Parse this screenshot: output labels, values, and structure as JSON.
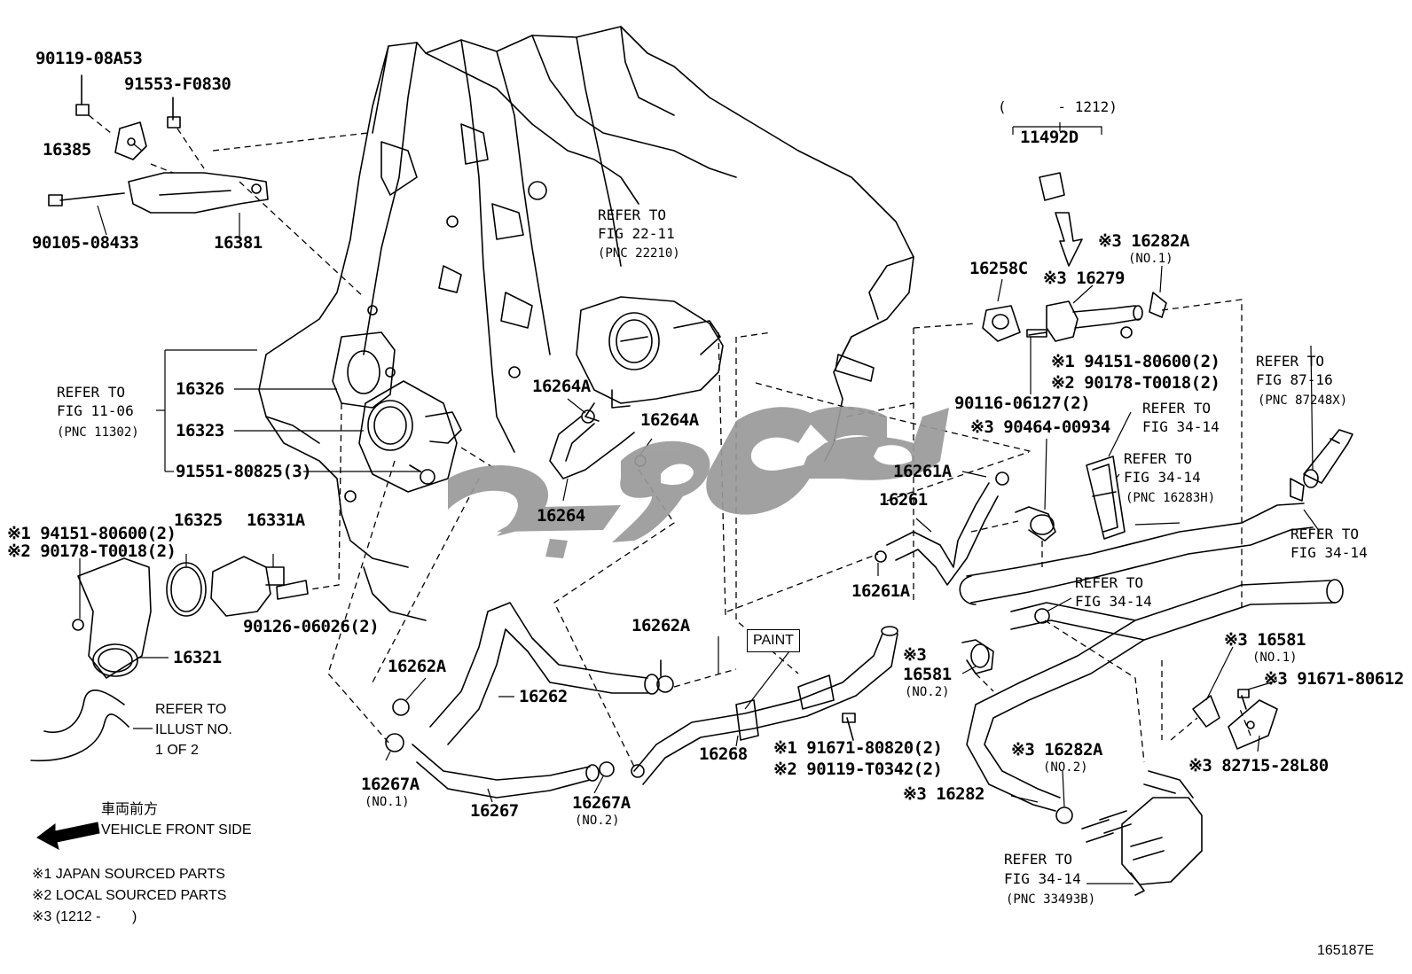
{
  "labels": {
    "p90119_08A53": "90119-08A53",
    "p91553_F0830": "91553-F0830",
    "p16385": "16385",
    "p90105_08433": "90105-08433",
    "p16381": "16381",
    "refer_fig_11_06_l1": "REFER TO",
    "refer_fig_11_06_l2": "FIG 11-06",
    "refer_fig_11_06_l3": "(PNC 11302)",
    "p16326": "16326",
    "p16323": "16323",
    "p91551_80825": "91551-80825(3)",
    "n1_94151": "※1 94151-80600(2)",
    "n2_90178": "※2 90178-T0018(2)",
    "p16325": "16325",
    "p16331A": "16331A",
    "p90126_06026": "90126-06026(2)",
    "p16321": "16321",
    "refer_illust_l1": "REFER TO",
    "refer_illust_l2": "ILLUST NO.",
    "refer_illust_l3": "1 OF 2",
    "refer_fig_22_11_l1": "REFER TO",
    "refer_fig_22_11_l2": "FIG 22-11",
    "refer_fig_22_11_l3": "(PNC 22210)",
    "p16264A_a": "16264A",
    "p16264A_b": "16264A",
    "p16264": "16264",
    "p16262A_a": "16262A",
    "p16262A_b": "16262A",
    "p16262": "16262",
    "p16267A_no1": "16267A",
    "no1_a": "(NO.1)",
    "p16267": "16267",
    "p16267A_no2": "16267A",
    "no2_a": "(NO.2)",
    "paint": "PAINT",
    "p16268": "16268",
    "n1_91671": "※1 91671-80820(2)",
    "n2_90119": "※2 90119-T0342(2)",
    "range_top": "(      - 1212)",
    "p11492D": "11492D",
    "p16258C": "16258C",
    "n3_16279": "※3 16279",
    "n3_16282A_top": "※3 16282A",
    "no1_b": "(NO.1)",
    "n1_94151_r": "※1 94151-80600(2)",
    "n2_90178_r": "※2 90178-T0018(2)",
    "p90116_06127": "90116-06127(2)",
    "n3_90464": "※3 90464-00934",
    "refer_fig_87_16_l1": "REFER TO",
    "refer_fig_87_16_l2": "FIG 87-16",
    "refer_fig_87_16_l3": "(PNC 87248X)",
    "refer_fig_34_14_a_l1": "REFER TO",
    "refer_fig_34_14_a_l2": "FIG 34-14",
    "refer_fig_34_14_b_l1": "REFER TO",
    "refer_fig_34_14_b_l2": "FIG 34-14",
    "refer_fig_34_14_b_l3": "(PNC 16283H)",
    "p16261A_a": "16261A",
    "p16261": "16261",
    "p16261A_b": "16261A",
    "refer_fig_34_14_c_l1": "REFER TO",
    "refer_fig_34_14_c_l2": "FIG 34-14",
    "refer_fig_34_14_d_l1": "REFER TO",
    "refer_fig_34_14_d_l2": "FIG 34-14",
    "n3_16581_left_l1": "※3",
    "n3_16581_left_l2": "16581",
    "no2_b": "(NO.2)",
    "n3_16581_right": "※3 16581",
    "no1_c": "(NO.1)",
    "n3_91671_80612": "※3 91671-80612",
    "n3_16282A_bottom": "※3 16282A",
    "no2_c": "(NO.2)",
    "n3_16282": "※3 16282",
    "n3_82715": "※3 82715-28L80",
    "refer_fig_34_14_e_l1": "REFER TO",
    "refer_fig_34_14_e_l2": "FIG 34-14",
    "refer_fig_34_14_e_l3": "(PNC 33493B)",
    "front_jp": "車両前方",
    "front_en": "VEHICLE FRONT SIDE",
    "note1": "※1 JAPAN SOURCED PARTS",
    "note2": "※2 LOCAL SOURCED PARTS",
    "note3": "※3 (1212 -        )",
    "figure_id": "165187E"
  },
  "colors": {
    "ink": "#000000",
    "watermark": "#9a9a9a",
    "background": "#ffffff"
  },
  "icons": {
    "front_arrow": "arrow-left-icon"
  }
}
